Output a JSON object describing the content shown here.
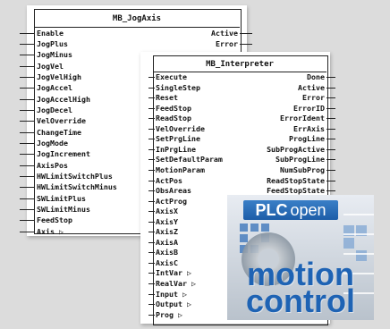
{
  "jog_block": {
    "title": "MB_JogAxis",
    "inputs": [
      "Enable",
      "JogPlus",
      "JogMinus",
      "JogVel",
      "JogVelHigh",
      "JogAccel",
      "JogAccelHigh",
      "JogDecel",
      "VelOverride",
      "ChangeTime",
      "JogMode",
      "JogIncrement",
      "AxisPos",
      "HWLimitSwitchPlus",
      "HWLimitSwitchMinus",
      "SWLimitPlus",
      "SWLimitMinus",
      "FeedStop",
      "Axis ▷"
    ],
    "outputs": [
      "Active",
      "Error"
    ]
  },
  "interp_block": {
    "title": "MB_Interpreter",
    "inputs": [
      "Execute",
      "SingleStep",
      "Reset",
      "FeedStop",
      "ReadStop",
      "VelOverride",
      "SetPrgLine",
      "InPrgLine",
      "SetDefaultParam",
      "MotionParam",
      "ActPos",
      "ObsAreas",
      "ActProg",
      "AxisX",
      "AxisY",
      "AxisZ",
      "AxisA",
      "AxisB",
      "AxisC",
      "IntVar ▷",
      "RealVar ▷",
      "Input ▷",
      "Output ▷",
      "Prog ▷"
    ],
    "outputs": [
      "Done",
      "Active",
      "Error",
      "ErrorID",
      "ErrorIdent",
      "ErrAxis",
      "ProgLine",
      "SubProgActive",
      "SubProgLine",
      "NumSubProg",
      "ReadStopState",
      "FeedStopState"
    ]
  },
  "logo": {
    "word1": "PLC",
    "word2": "open",
    "word3": "motion",
    "word4": "control",
    "accent": "#1e63b4"
  }
}
